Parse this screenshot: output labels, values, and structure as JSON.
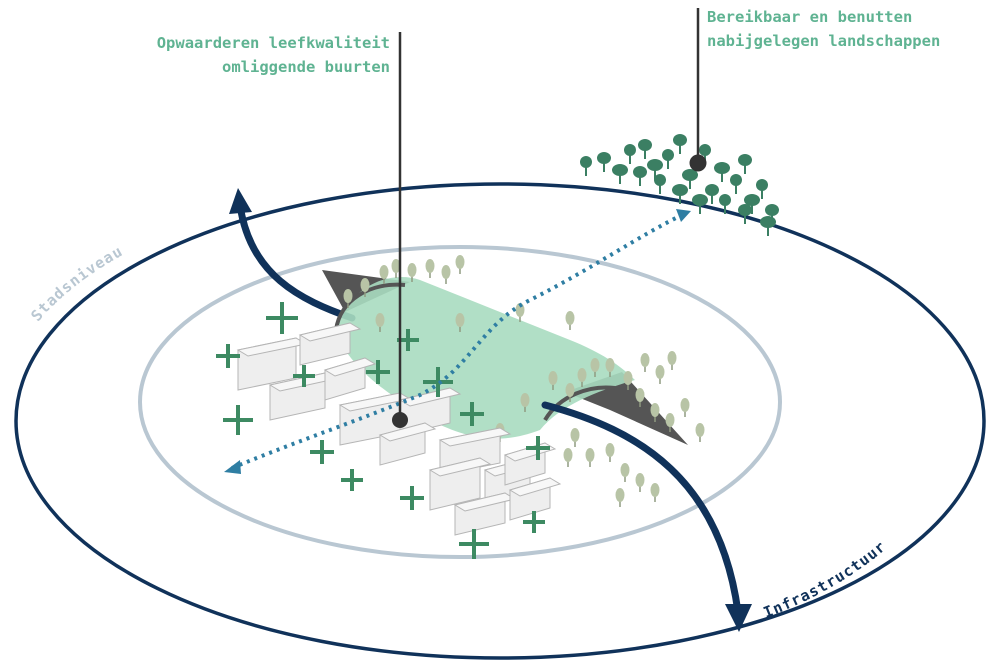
{
  "annotations": {
    "left_line1": "Opwaarderen leefkwaliteit",
    "left_line2": "omliggende buurten",
    "right_line1": "Bereikbaar en benutten",
    "right_line2": "nabijgelegen landschappen"
  },
  "rings": {
    "outer_label": "Stadsniveau",
    "infra_label": "Infrastructuur"
  },
  "colors": {
    "navy": "#10325a",
    "ring_light": "#b9c7d2",
    "green_text": "#5fb392",
    "park_fill": "#a9dcc0",
    "plus": "#3d8a62",
    "tree_dark": "#3b7f63",
    "tree_light": "#b8c4a6",
    "dotted_arrow": "#2f7ea3",
    "bridge": "#555555",
    "building": "#eeeeee",
    "building_stroke": "#b5b5b5",
    "marker": "#333333"
  },
  "icons": [
    "plus-icon",
    "tree-icon",
    "location-marker-icon",
    "arrow-head-icon"
  ]
}
